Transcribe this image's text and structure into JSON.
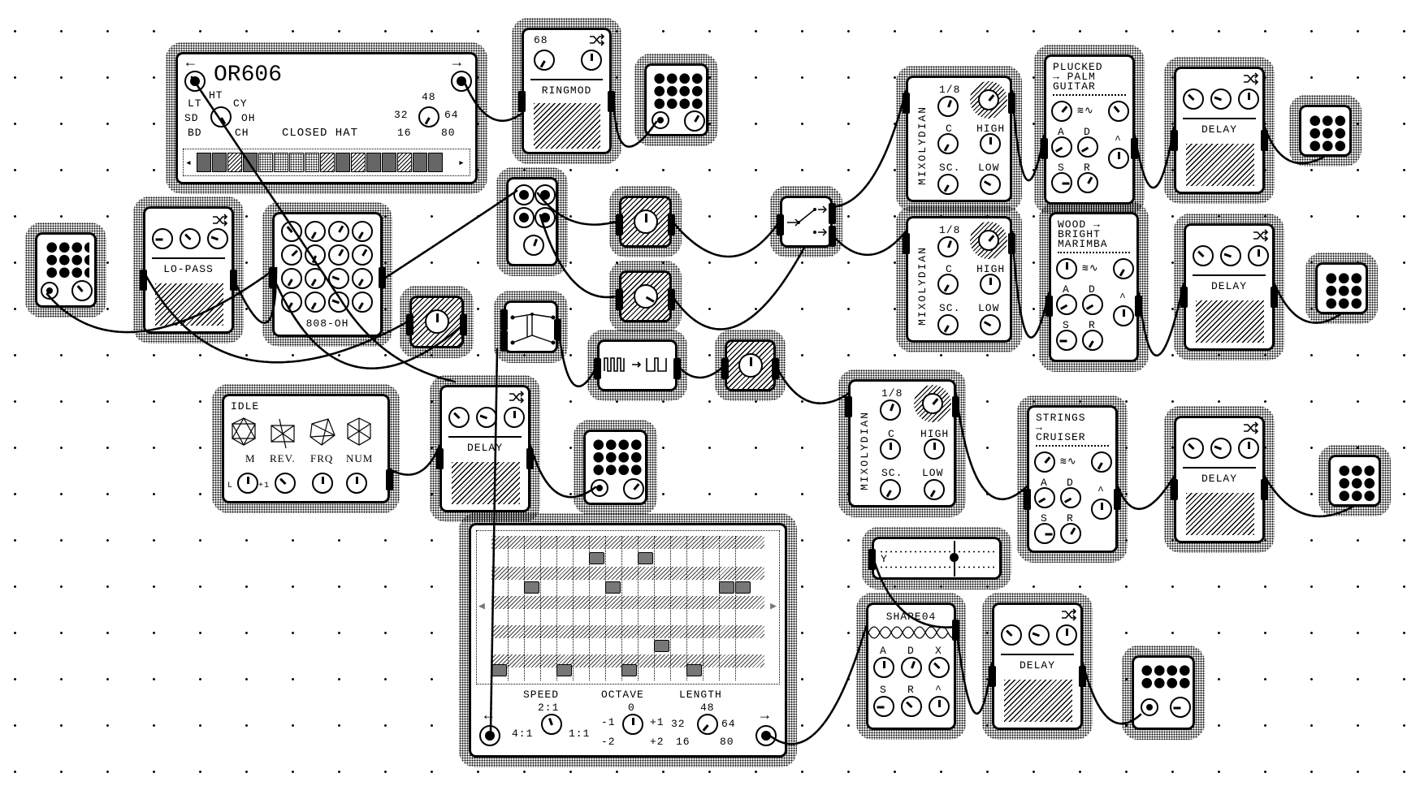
{
  "or606": {
    "title": "OR606",
    "in_arrow": "←",
    "out_arrow": "→",
    "instruments": [
      "LT",
      "HT",
      "CY",
      "SD",
      "OH",
      "BD",
      "CH"
    ],
    "selected_instrument": "CLOSED HAT",
    "length_marks": [
      "48",
      "32",
      "64",
      "16",
      "80"
    ],
    "steps_prev": "◂",
    "steps_next": "▸"
  },
  "ringmod": {
    "value": "68",
    "label": "RINGMOD"
  },
  "lopass": {
    "label": "LO-PASS"
  },
  "drums": {
    "label": "808-OH"
  },
  "idle": {
    "title": "IDLE",
    "labels": [
      "M",
      "REV.",
      "FRQ",
      "NUM"
    ],
    "knob_marks": [
      "L",
      "+1"
    ]
  },
  "delay": {
    "label": "DELAY"
  },
  "scale": {
    "mode": "MIXOLYDIAN",
    "division": "1/8",
    "root": "C",
    "scale_label": "SC.",
    "high": "HIGH",
    "low": "LOW"
  },
  "voices": [
    {
      "lines": [
        "PLUCKED",
        "→ PALM",
        "GUITAR"
      ]
    },
    {
      "lines": [
        "WOOD →",
        "BRIGHT",
        "MARIMBA"
      ]
    },
    {
      "lines": [
        "STRINGS",
        "→",
        "CRUISER"
      ]
    }
  ],
  "envelope": {
    "a": "A",
    "d": "D",
    "s": "S",
    "r": "R",
    "peak": "^",
    "wave": "≋∿"
  },
  "scope": {
    "axis": "Y"
  },
  "shape": {
    "title": "SHAPE04",
    "labels": [
      "A",
      "D",
      "X",
      "S",
      "R",
      "^"
    ]
  },
  "sequencer": {
    "in_arrow": "←",
    "out_arrow": "→",
    "prev": "◀",
    "next": "▶",
    "speed": {
      "label": "SPEED",
      "marks": [
        "2:1",
        "4:1",
        "1:1"
      ]
    },
    "octave": {
      "label": "OCTAVE",
      "marks": [
        "0",
        "-1",
        "+1",
        "-2",
        "+2"
      ]
    },
    "length": {
      "label": "LENGTH",
      "marks": [
        "48",
        "32",
        "64",
        "16",
        "80"
      ]
    },
    "steps": 16,
    "notes": [
      {
        "lane": 0,
        "step": 6
      },
      {
        "lane": 0,
        "step": 9
      },
      {
        "lane": 1,
        "step": 2
      },
      {
        "lane": 1,
        "step": 7
      },
      {
        "lane": 1,
        "step": 14
      },
      {
        "lane": 1,
        "step": 15
      },
      {
        "lane": 3,
        "step": 10
      },
      {
        "lane": 4,
        "step": 0
      },
      {
        "lane": 4,
        "step": 4
      },
      {
        "lane": 4,
        "step": 8
      },
      {
        "lane": 4,
        "step": 12
      }
    ]
  }
}
